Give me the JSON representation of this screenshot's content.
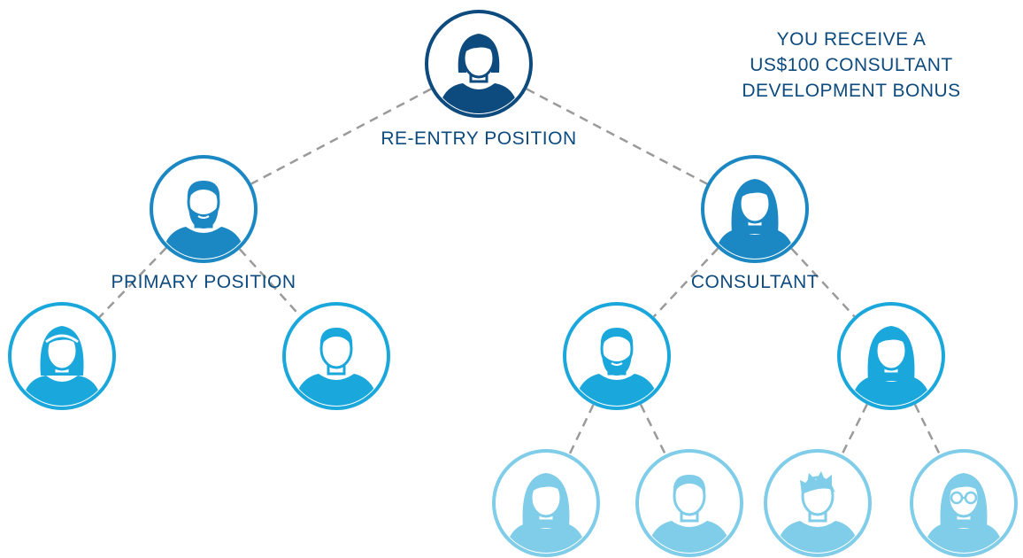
{
  "labels": {
    "reentry": "RE-ENTRY POSITION",
    "primary": "PRIMARY POSITION",
    "consultant": "CONSULTANT"
  },
  "bonus": {
    "line1": "YOU RECEIVE A",
    "line2": "US$100 CONSULTANT",
    "line3": "DEVELOPMENT BONUS"
  },
  "colors": {
    "level0": "#0d4a7e",
    "level1": "#1b88c4",
    "level2": "#1aa7dc",
    "level3": "#7fcde8",
    "connector": "#9a9a9a"
  },
  "people": [
    {
      "id": "reentry",
      "icon": "woman-bob-avatar-icon",
      "level": 0
    },
    {
      "id": "primary",
      "icon": "man-beard-avatar-icon",
      "level": 1
    },
    {
      "id": "consultant",
      "icon": "woman-long-hair-avatar-icon",
      "level": 1
    },
    {
      "id": "primary-left-child",
      "icon": "woman-headband-avatar-icon",
      "level": 2
    },
    {
      "id": "primary-right-child",
      "icon": "man-avatar-icon",
      "level": 2
    },
    {
      "id": "consultant-left-child",
      "icon": "man-beard-avatar-icon",
      "level": 2
    },
    {
      "id": "consultant-right-child",
      "icon": "woman-long-hair-avatar-icon",
      "level": 2
    },
    {
      "id": "downline-1",
      "icon": "woman-long-hair-avatar-icon",
      "level": 3
    },
    {
      "id": "downline-2",
      "icon": "man-avatar-icon",
      "level": 3
    },
    {
      "id": "downline-3",
      "icon": "man-spiky-hair-avatar-icon",
      "level": 3
    },
    {
      "id": "downline-4",
      "icon": "woman-glasses-avatar-icon",
      "level": 3
    }
  ]
}
